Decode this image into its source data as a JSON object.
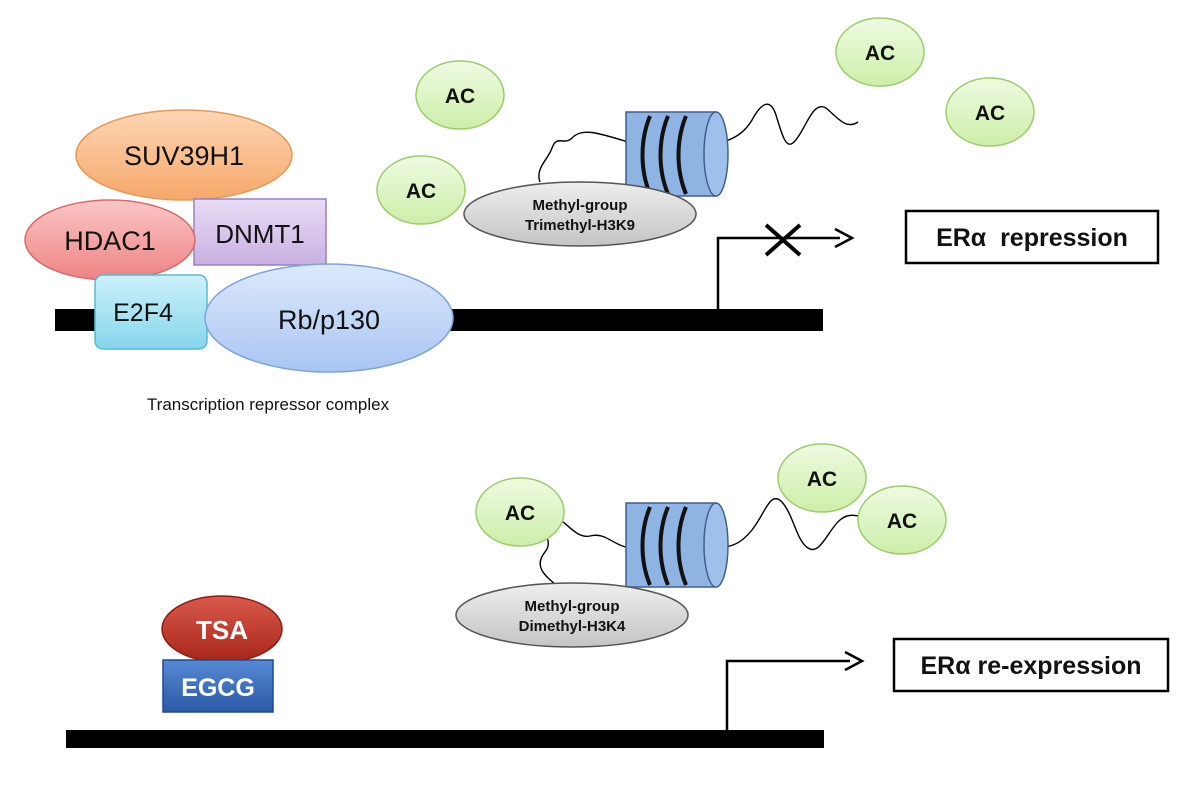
{
  "top_panel": {
    "proteins": {
      "suv39h1": "SUV39H1",
      "hdac1": "HDAC1",
      "dnmt1": "DNMT1",
      "e2f4": "E2F4",
      "rb_p130": "Rb/p130"
    },
    "complex_caption": "Transcription repressor complex",
    "acetyl_groups": [
      "AC",
      "AC",
      "AC",
      "AC"
    ],
    "methyl_label_line1": "Methyl-group",
    "methyl_label_line2": "Trimethyl-H3K9",
    "outcome": "ERα  repression"
  },
  "bottom_panel": {
    "drugs": {
      "tsa": "TSA",
      "egcg": "EGCG"
    },
    "acetyl_groups": [
      "AC",
      "AC",
      "AC"
    ],
    "methyl_label_line1": "Methyl-group",
    "methyl_label_line2": "Dimethyl-H3K4",
    "outcome": "ERα re-expression"
  },
  "colors": {
    "suv39h1": "#f9bf8f",
    "hdac1": "#f4a3a3",
    "dnmt1": "#d9c6ea",
    "e2f4": "#a9e4f2",
    "rb_p130": "#c5d8f7",
    "acetyl": "#dff5c4",
    "methyl": "#d9d9d9",
    "nucleosome": "#8fb4e3",
    "tsa": "#c0392b",
    "egcg": "#3a6fc0"
  }
}
